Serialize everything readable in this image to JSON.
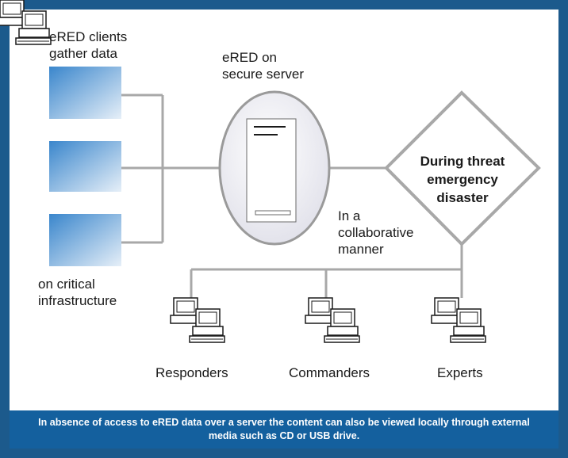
{
  "clients_label": "eRED clients\ngather data",
  "infrastructure_label": "on critical\ninfrastructure",
  "server_label": "eRED on\nsecure server",
  "threat_label": "During threat\nemergency\ndisaster",
  "collab_label": "In a\ncollaborative\nmanner",
  "endpoints": [
    "Responders",
    "Commanders",
    "Experts"
  ],
  "footer_text": "In absence of access to eRED data over a server the content can also be viewed locally through external media such as CD or USB drive.",
  "colors": {
    "frame": "#1c5a8c",
    "footer": "#14609e",
    "connector": "#a8a8a8",
    "client_box": "#4a8fd0",
    "server_shape": "#ececf4"
  }
}
